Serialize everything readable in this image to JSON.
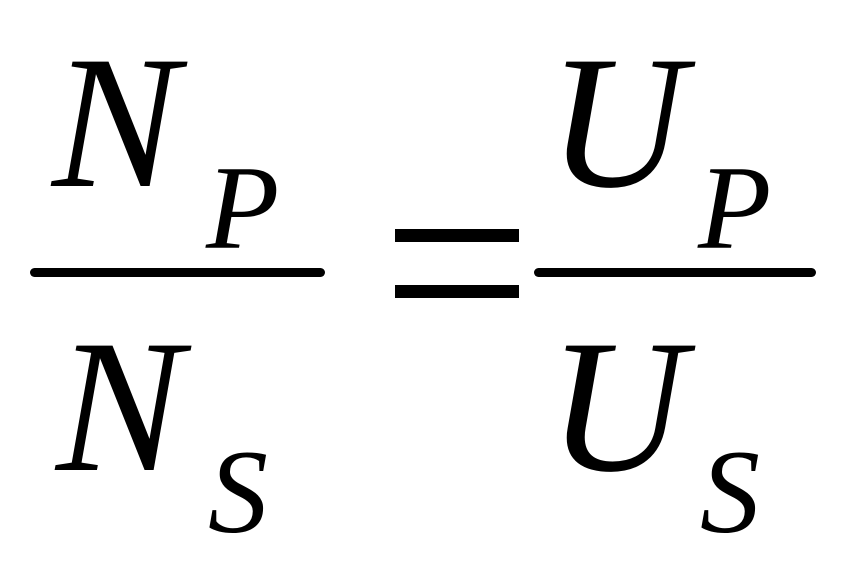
{
  "formula": {
    "left": {
      "numerator": {
        "symbol": "N",
        "subscript": "P"
      },
      "denominator": {
        "symbol": "N",
        "subscript": "S"
      }
    },
    "operator": "=",
    "right": {
      "numerator": {
        "symbol": "U",
        "subscript": "P"
      },
      "denominator": {
        "symbol": "U",
        "subscript": "S"
      }
    }
  }
}
